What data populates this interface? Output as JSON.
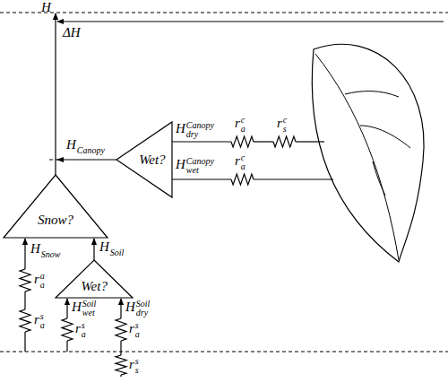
{
  "diagram": {
    "nodes": [
      {
        "text": [
          "Wet?"
        ]
      },
      {
        "text": [
          "Snow?"
        ]
      },
      {
        "text": [
          "Wet?"
        ]
      }
    ],
    "edges": [
      {
        "from": 2,
        "to": 1,
        "arrow": "to",
        "label": "HSoil"
      }
    ],
    "labels": [
      "H",
      "ΔH",
      "HCanopy",
      "HdryCanopy",
      "rac",
      "rsc",
      "HwetCanopy",
      "rac",
      "HSnow",
      "raa",
      "ras",
      "HwetSoil",
      "ras",
      "HdrySoil",
      "ras",
      "rss"
    ]
  }
}
